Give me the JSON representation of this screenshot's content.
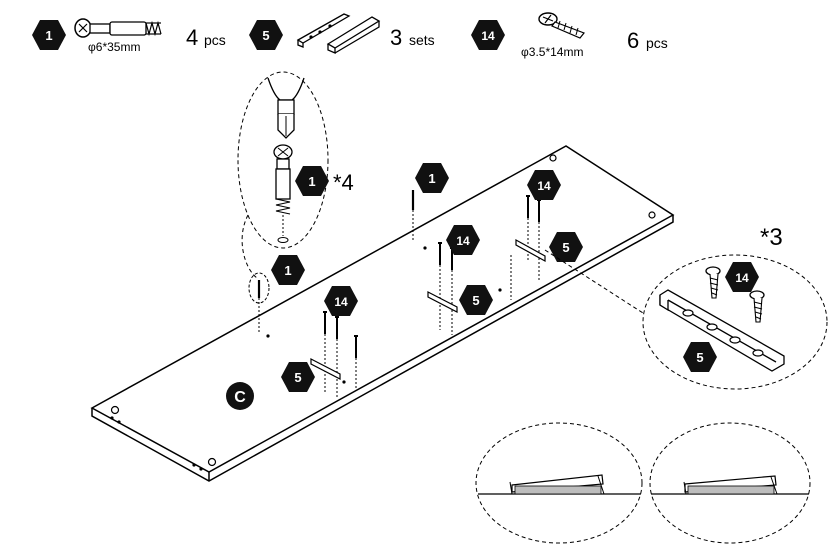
{
  "parts": [
    {
      "id": "1",
      "size": "φ6*35mm",
      "qty": "4",
      "unit": "pcs"
    },
    {
      "id": "5",
      "size": "",
      "qty": "3",
      "unit": "sets"
    },
    {
      "id": "14",
      "size": "φ3.5*14mm",
      "qty": "6",
      "unit": "pcs"
    }
  ],
  "board": {
    "label": "C"
  },
  "callouts": {
    "bolt_detail_id": "1",
    "bolt_detail_multiplier": "*4",
    "bracket_detail_multiplier": "*3",
    "bracket_detail_bracket_id": "5",
    "bracket_detail_screw_id": "14"
  },
  "board_callouts": [
    {
      "id": "1"
    },
    {
      "id": "1"
    },
    {
      "id": "14"
    },
    {
      "id": "14"
    },
    {
      "id": "14"
    },
    {
      "id": "5"
    },
    {
      "id": "5"
    },
    {
      "id": "5"
    }
  ],
  "colors": {
    "ink": "#000000",
    "badge_fill": "#111111",
    "badge_text": "#ffffff",
    "paper": "#ffffff",
    "part_shade": "#bdbdbd"
  }
}
